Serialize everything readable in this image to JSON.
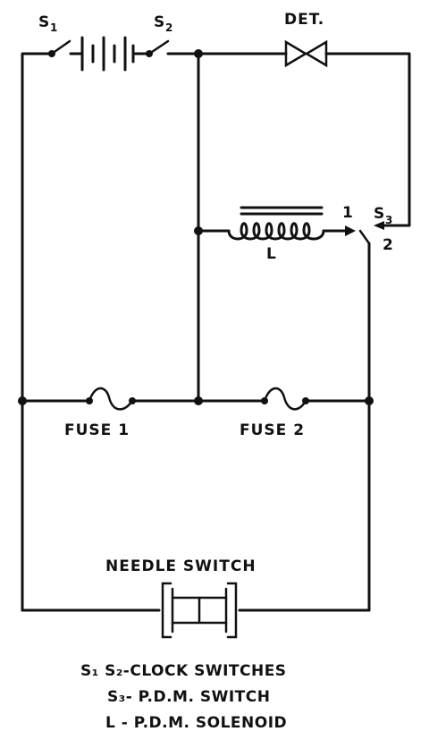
{
  "labels": {
    "s1": "S",
    "s1_sub": "1",
    "s2": "S",
    "s2_sub": "2",
    "det": "DET.",
    "solenoid": "L",
    "s3": "S",
    "s3_sub": "3",
    "s3_pos1": "1",
    "s3_pos2": "2",
    "fuse1": "FUSE 1",
    "fuse2": "FUSE 2",
    "needle_switch": "NEEDLE SWITCH"
  },
  "legend": {
    "line1": "S₁ S₂-CLOCK SWITCHES",
    "line2": "S₃- P.D.M. SWITCH",
    "line3": "L - P.D.M. SOLENOID"
  },
  "colors": {
    "ink": "#111111",
    "background": "#ffffff"
  }
}
